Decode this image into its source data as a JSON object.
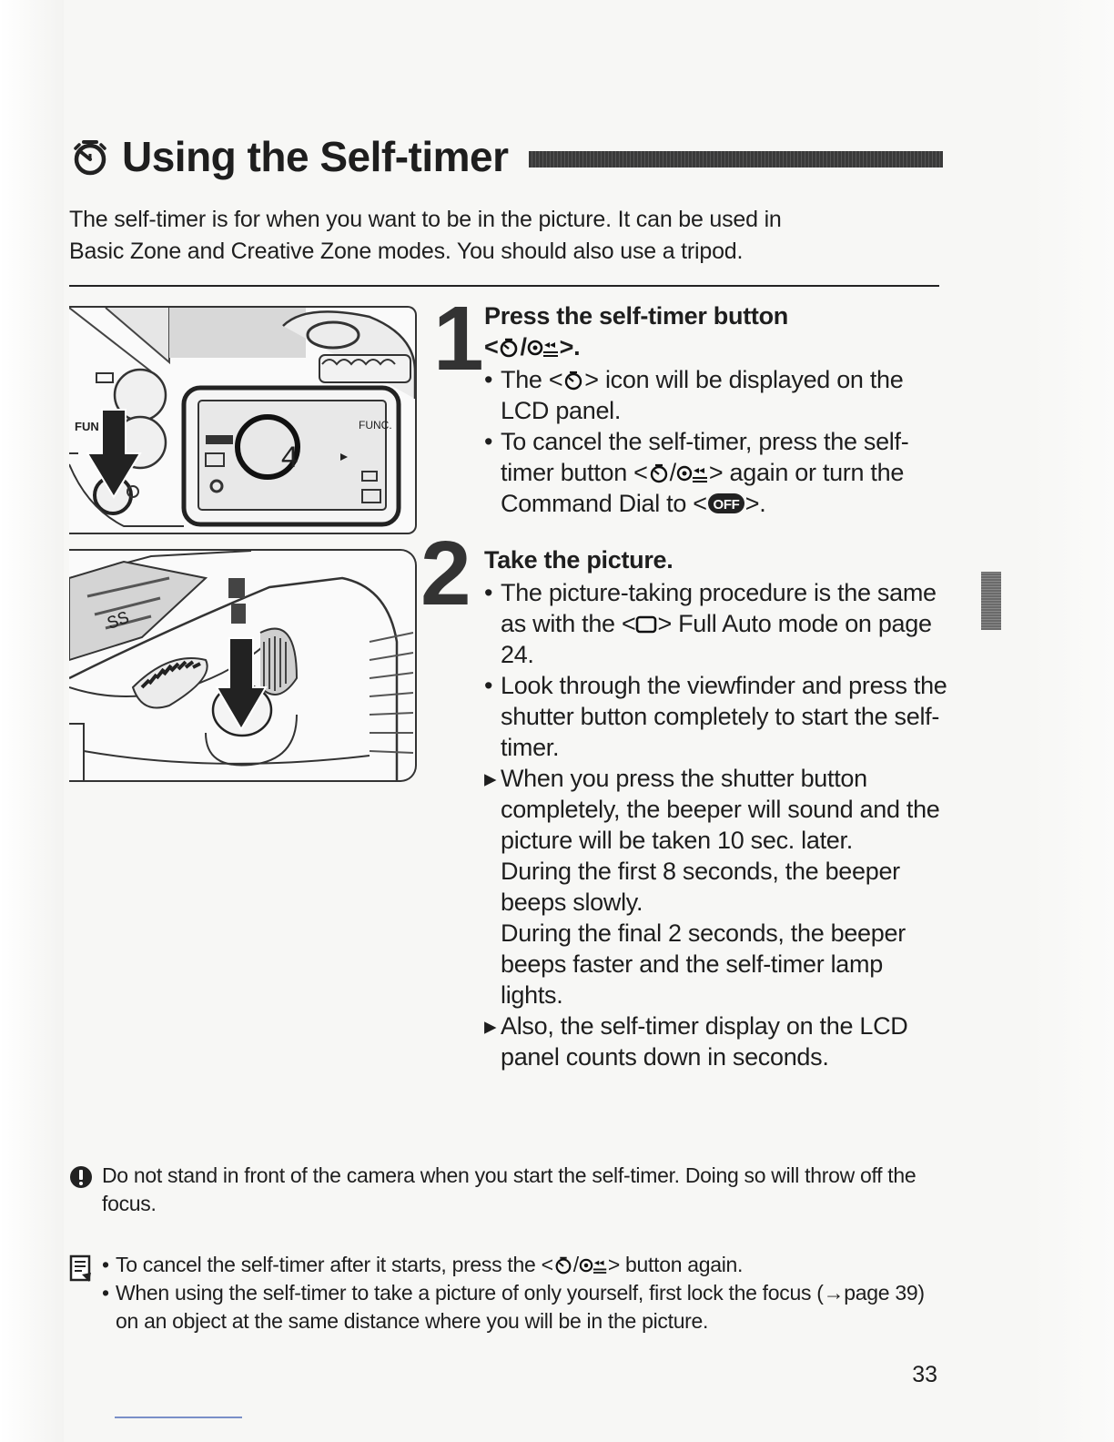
{
  "page": {
    "title": "Using the Self-timer",
    "page_number": "33"
  },
  "intro": {
    "line1": "The self-timer is for when you want to be in the picture. It can be used in",
    "line2": "Basic Zone and Creative Zone modes. You should also use a tripod."
  },
  "illustrations": {
    "top_panel": {
      "lcd_label": "FUNC.",
      "side_label": "FUN",
      "lcd_value": "4"
    }
  },
  "steps": [
    {
      "number": "1",
      "title_line1": "Press the self-timer button",
      "title_line2_prefix": "<",
      "title_line2_suffix": ">.",
      "bullets": [
        {
          "mark": "•",
          "part1": "The <",
          "part2": "> icon will be displayed on the LCD panel."
        },
        {
          "mark": "•",
          "part1": "To cancel the self-timer, press the self-timer button <",
          "part2": "> again or turn the Command Dial to <",
          "part3": ">."
        }
      ]
    },
    {
      "number": "2",
      "title": "Take the picture.",
      "bullets": [
        {
          "mark": "•",
          "part1": "The picture-taking procedure is the same as with the <",
          "part2": "> Full Auto mode on page 24."
        },
        {
          "mark": "•",
          "text": "Look through the viewfinder and press the shutter button completely to start the self-timer."
        },
        {
          "mark": "▸",
          "text": "When you press the shutter button completely, the beeper will sound and the picture will be taken 10 sec. later.",
          "text2": "During the first 8 seconds, the beeper beeps slowly.",
          "text3": "During the final 2 seconds, the beeper beeps faster and the self-timer lamp lights."
        },
        {
          "mark": "▸",
          "text": "Also, the self-timer display on the LCD panel counts down in seconds."
        }
      ]
    }
  ],
  "caution": {
    "icon": "caution-icon",
    "text": "Do not stand in front of the camera when you start the self-timer. Doing so will throw off the focus."
  },
  "memo": {
    "icon": "memo-icon",
    "items": [
      {
        "mark": "•",
        "part1": "To cancel the self-timer after it starts, press the <",
        "part2": "> button again."
      },
      {
        "mark": "•",
        "text": "When using the self-timer to take a picture of only yourself, first lock the focus (→page 39) on an object at the same distance where you will be in the picture."
      }
    ]
  },
  "symbols": {
    "self_timer_icon": "self-timer-icon",
    "remote_icon": "remote-control-icon",
    "off_badge": "OFF",
    "full_auto_icon": "full-auto-square-icon"
  }
}
